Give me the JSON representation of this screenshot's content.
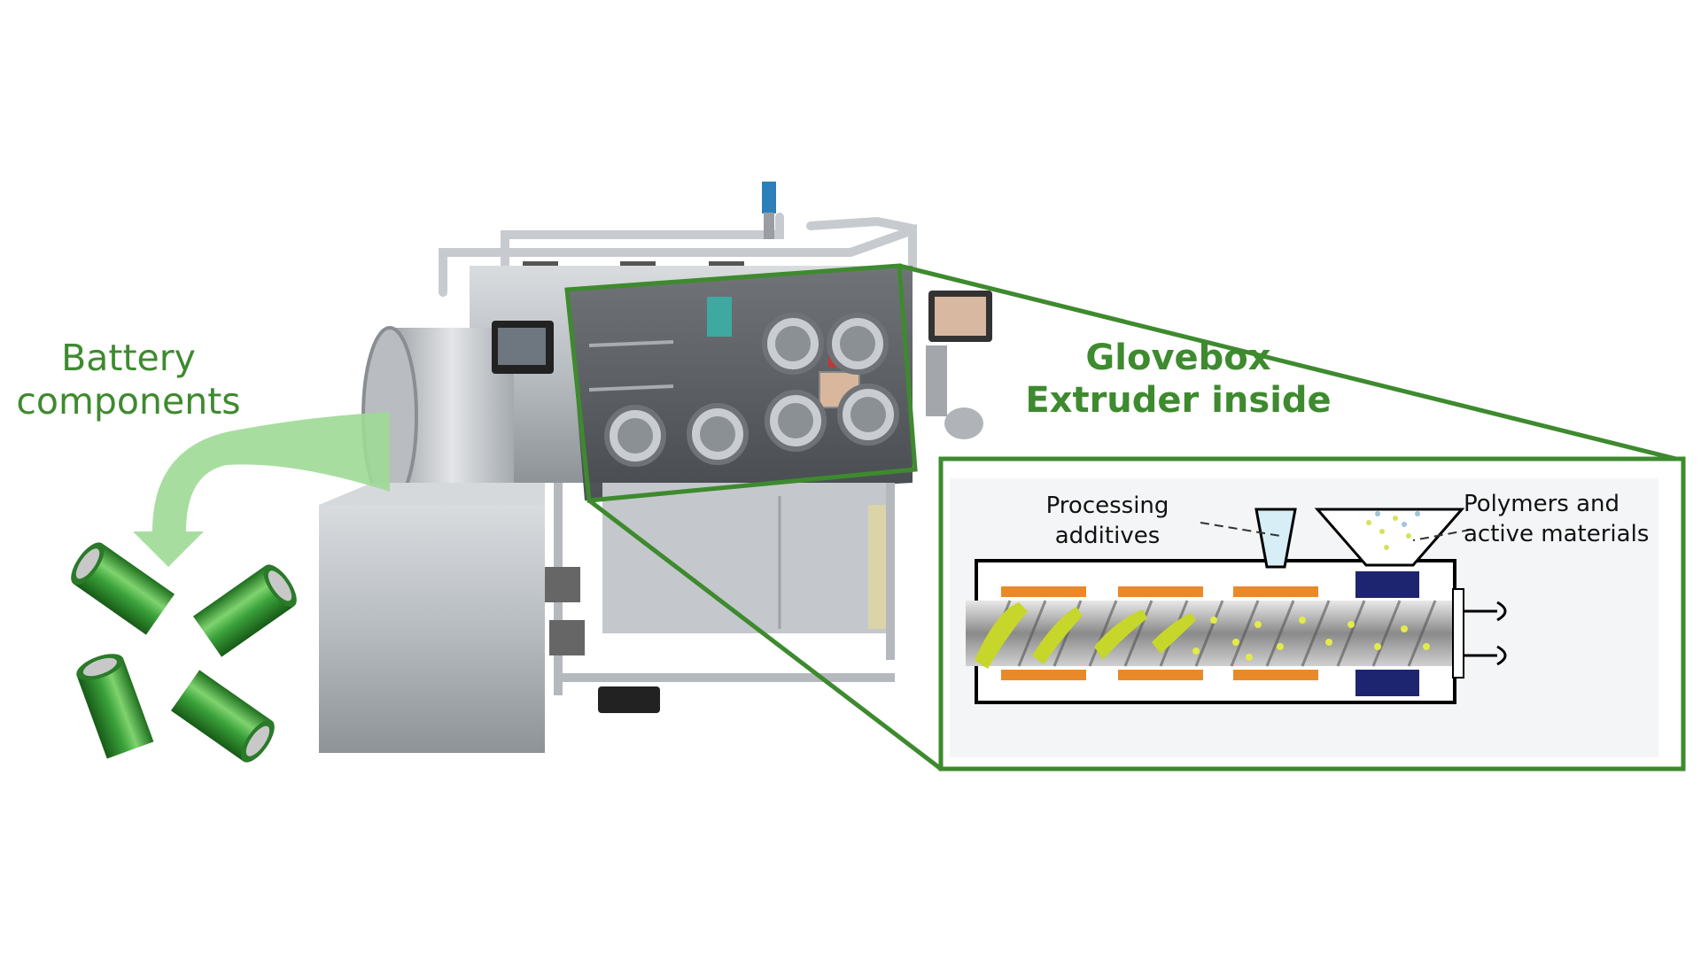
{
  "labels": {
    "battery": [
      "Battery",
      "components"
    ],
    "glovebox": [
      "Glovebox",
      "Extruder inside"
    ],
    "processing": [
      "Processing",
      "additives"
    ],
    "polymers": [
      "Polymers and",
      "active materials"
    ]
  },
  "colors": {
    "accent_green": "#3e8a2f",
    "light_green_arrow": "#9fd996",
    "battery_green": "#2f8f2f",
    "heater_orange": "#e88a2a",
    "feeder_blue": "#1d2470",
    "steel": "#bfc3c7"
  }
}
